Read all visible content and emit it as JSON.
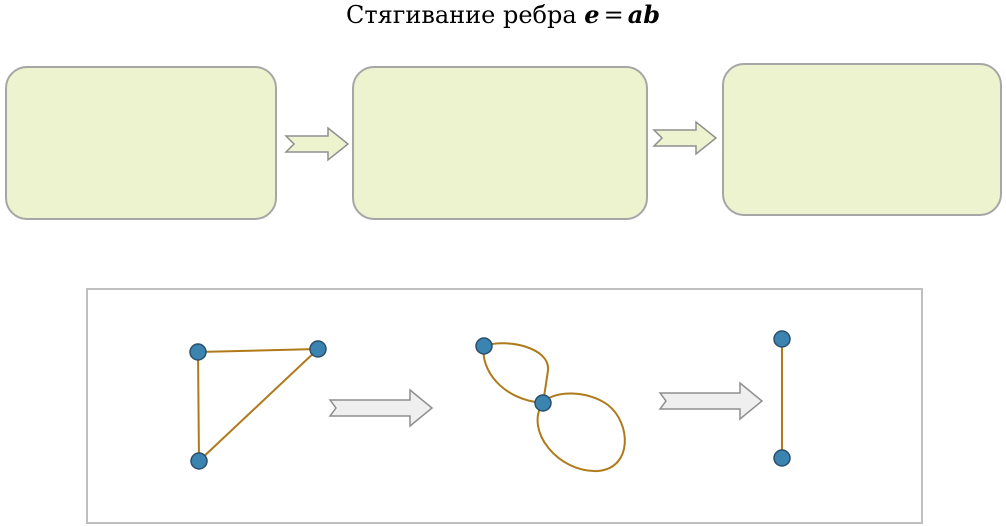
{
  "title": {
    "text": "Стягивание ребра",
    "math_e": "e",
    "math_eq": "=",
    "math_ab": "ab"
  },
  "colors": {
    "stage_fill": "#eef3cf",
    "stage_border": "#a6a6a6",
    "flow_arrow_fill": "#eef3cf",
    "flow_arrow_stroke": "#8f8f8f",
    "panel_border": "#bfbfbf",
    "panel_arrow_fill": "#efefef",
    "panel_arrow_stroke": "#8f8f8f",
    "edge": "#b07a1a",
    "vertex_fill": "#3b84b0",
    "vertex_stroke": "#2a4f6c"
  },
  "stages": [
    {
      "id": "stage-1",
      "label": ""
    },
    {
      "id": "stage-2",
      "label": ""
    },
    {
      "id": "stage-3",
      "label": ""
    }
  ],
  "graphs": {
    "triangle": {
      "vertices": 3,
      "edges": 3
    },
    "contracted": {
      "vertices": 2,
      "edges": 3,
      "has_loop": true,
      "has_multi_edge": true
    },
    "simple": {
      "vertices": 2,
      "edges": 1
    }
  }
}
